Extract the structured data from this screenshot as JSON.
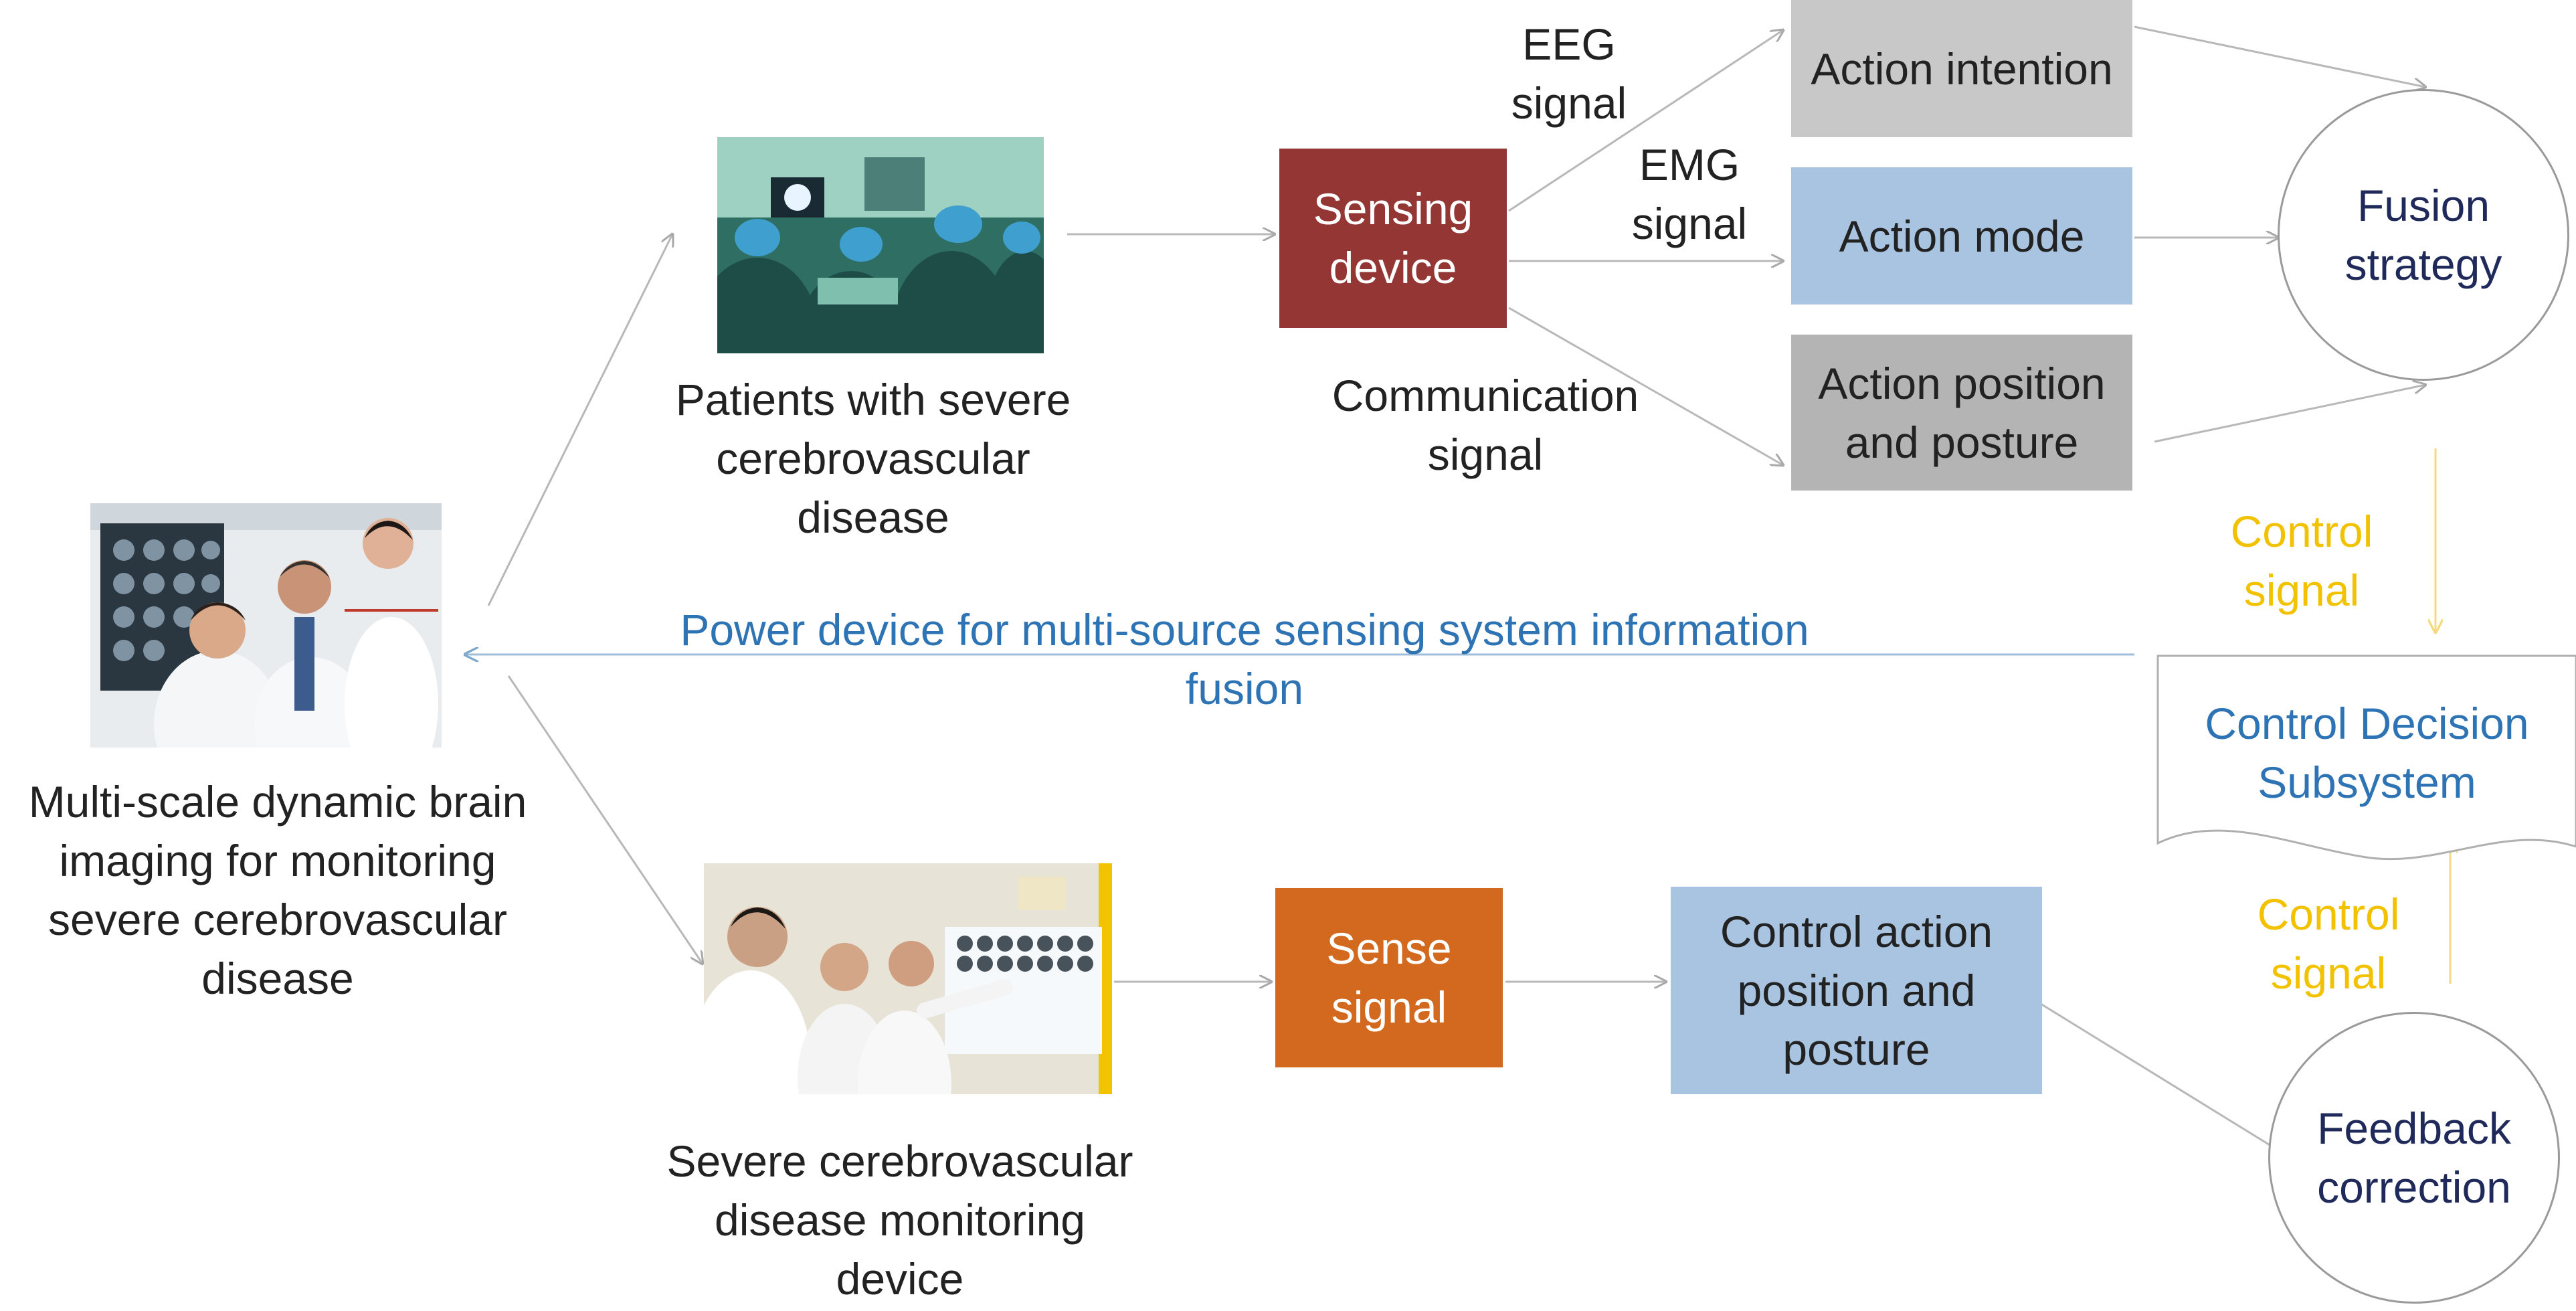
{
  "nodes": {
    "sensing_device": "Sensing\ndevice",
    "sense_signal": "Sense\nsignal",
    "action_intention": "Action intention",
    "action_mode": "Action mode",
    "action_position": "Action position\nand posture",
    "control_action": "Control action\nposition and\nposture",
    "fusion_strategy": "Fusion\nstrategy",
    "feedback_correction": "Feedback\ncorrection",
    "control_decision": "Control Decision\nSubsystem"
  },
  "captions": {
    "patients": "Patients with severe\ncerebrovascular\ndisease",
    "imaging": "Multi-scale dynamic brain\nimaging for monitoring\nsevere cerebrovascular\ndisease",
    "monitoring_device": "Severe cerebrovascular\ndisease monitoring\ndevice"
  },
  "edge_labels": {
    "eeg": "EEG\nsignal",
    "emg": "EMG\nsignal",
    "communication": "Communication\nsignal",
    "control_signal_top": "Control\nsignal",
    "control_signal_bottom": "Control\nsignal",
    "power_device": "Power device for multi-source sensing system information\nfusion"
  },
  "colors": {
    "sensing_device": "#943634",
    "sense_signal": "#d2691e",
    "action_intention": "#c8c8c8",
    "action_mode": "#a9c4e0",
    "action_position": "#b4b4b4",
    "control_action": "#a9c4e0",
    "accent_blue": "#2e74b5",
    "accent_yellow": "#f2c200",
    "circle_text": "#1f2a5a"
  }
}
